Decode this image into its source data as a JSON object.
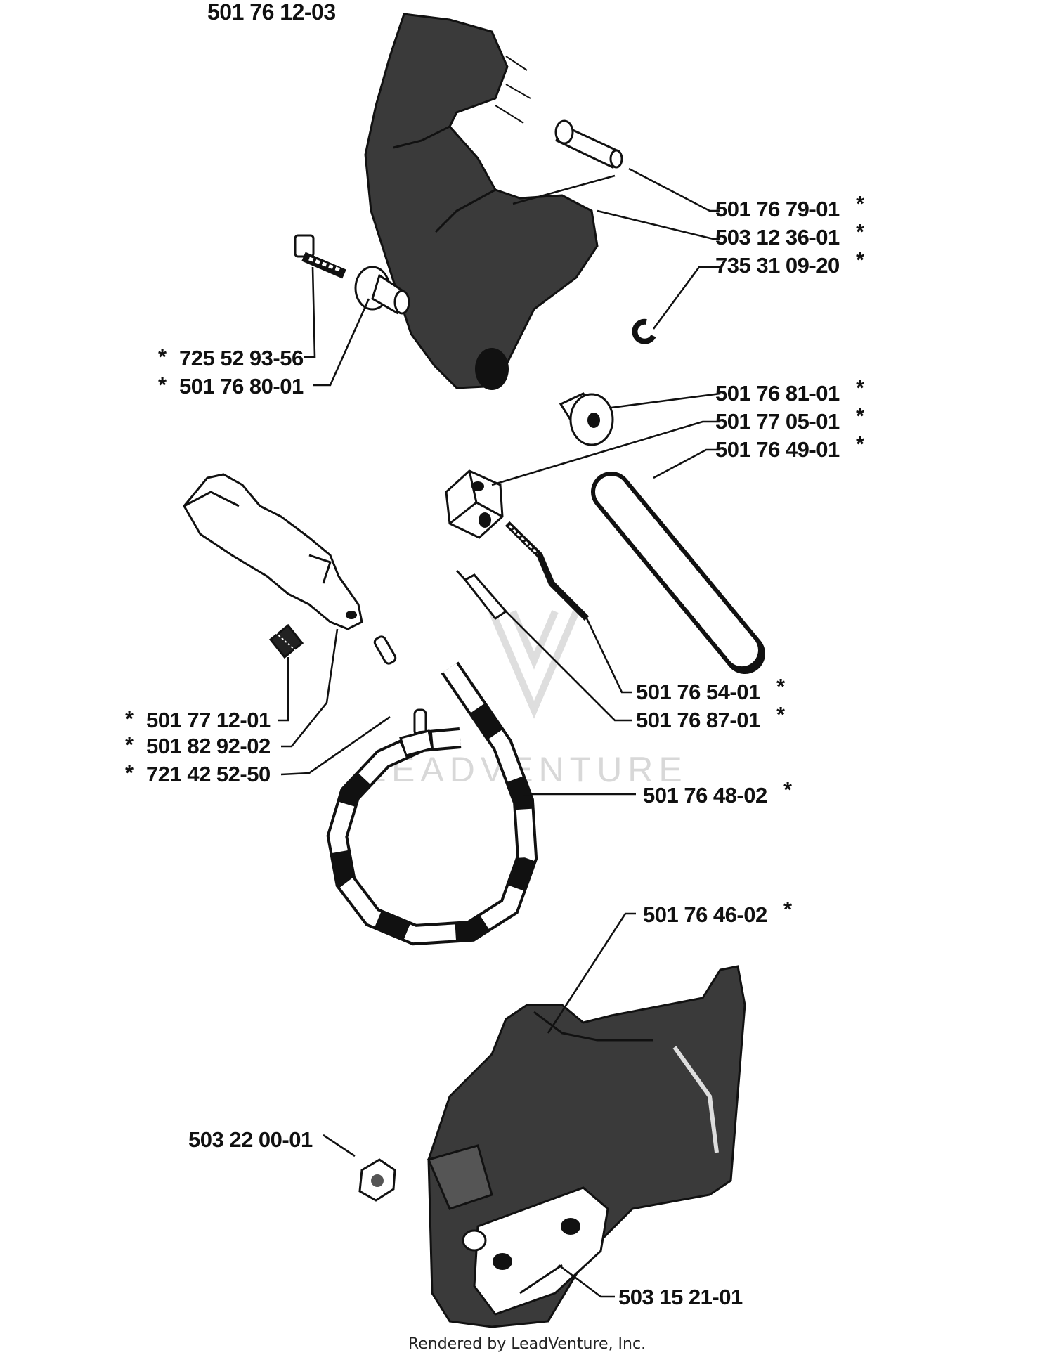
{
  "diagram": {
    "assembly_number": "501 76 12-03",
    "callouts": [
      {
        "id": "c1",
        "part": "501 76 79-01",
        "marker": "*"
      },
      {
        "id": "c2",
        "part": "503 12 36-01",
        "marker": "*"
      },
      {
        "id": "c3",
        "part": "735 31 09-20",
        "marker": "*"
      },
      {
        "id": "c4",
        "part": "725 52 93-56",
        "marker": "*"
      },
      {
        "id": "c5",
        "part": "501 76 80-01",
        "marker": "*"
      },
      {
        "id": "c6",
        "part": "501 76 81-01",
        "marker": "*"
      },
      {
        "id": "c7",
        "part": "501 77 05-01",
        "marker": "*"
      },
      {
        "id": "c8",
        "part": "501 76 49-01",
        "marker": "*"
      },
      {
        "id": "c9",
        "part": "501 76 54-01",
        "marker": "*"
      },
      {
        "id": "c10",
        "part": "501 76 87-01",
        "marker": "*"
      },
      {
        "id": "c11",
        "part": "501 77 12-01",
        "marker": "*"
      },
      {
        "id": "c12",
        "part": "501 82 92-02",
        "marker": "*"
      },
      {
        "id": "c13",
        "part": "721 42 52-50",
        "marker": "*"
      },
      {
        "id": "c14",
        "part": "501 76 48-02",
        "marker": "*"
      },
      {
        "id": "c15",
        "part": "501 76 46-02",
        "marker": "*"
      },
      {
        "id": "c16",
        "part": "503 22 00-01",
        "marker": ""
      },
      {
        "id": "c17",
        "part": "503 15 21-01",
        "marker": ""
      }
    ],
    "watermark": "LEADVENTURE",
    "footer": "Rendered by LeadVenture, Inc."
  }
}
